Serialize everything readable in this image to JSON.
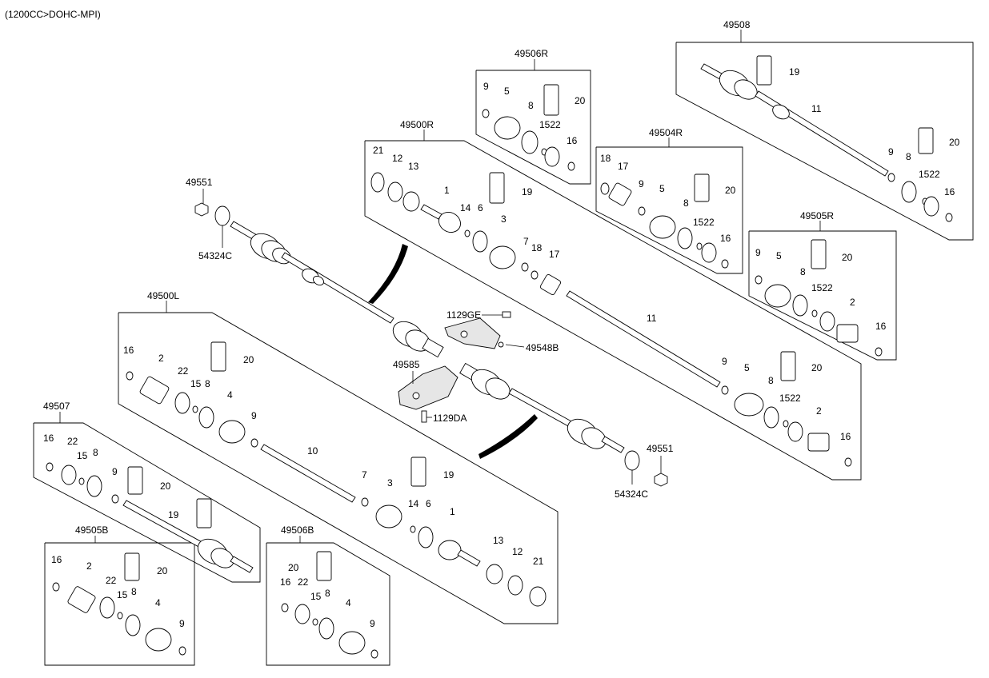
{
  "header": {
    "variant": "(1200CC>DOHC-MPI)"
  },
  "groups": {
    "g49506R_top": "49506R",
    "g49508": "49508",
    "g49500R": "49500R",
    "g49504R": "49504R",
    "g49505R": "49505R",
    "g49551_a": "49551",
    "g54324C_a": "54324C",
    "g49500L": "49500L",
    "g1129GE": "1129GE",
    "g49548B": "49548B",
    "g49585": "49585",
    "g1129DA": "1129DA",
    "g49551_b": "49551",
    "g54324C_b": "54324C",
    "g49507": "49507",
    "g49505B": "49505B",
    "g49506B": "49506B"
  },
  "labels": {
    "n1": "1",
    "n2": "2",
    "n3": "3",
    "n4": "4",
    "n5": "5",
    "n6": "6",
    "n7": "7",
    "n8": "8",
    "n9": "9",
    "n10": "10",
    "n11": "11",
    "n12": "12",
    "n13": "13",
    "n14": "14",
    "n15": "15",
    "n16": "16",
    "n17": "17",
    "n18": "18",
    "n19": "19",
    "n20": "20",
    "n21": "21",
    "n22": "22",
    "n1522": "1522"
  }
}
